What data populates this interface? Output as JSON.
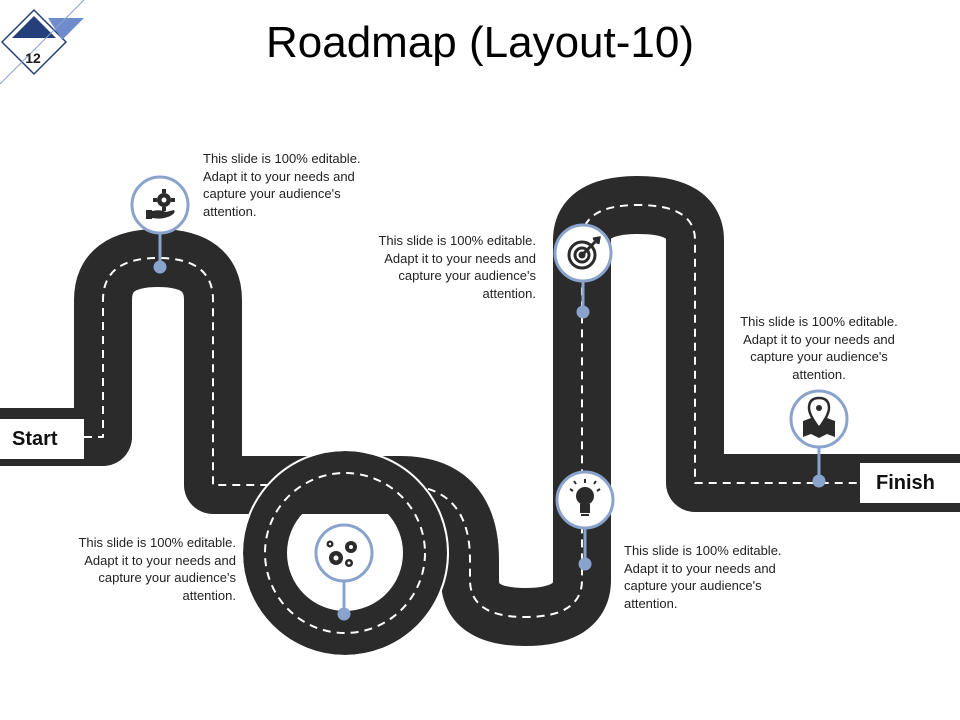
{
  "slide": {
    "title": "Roadmap (Layout-10)",
    "page_number": "12"
  },
  "road": {
    "start_label": "Start",
    "finish_label": "Finish"
  },
  "milestones": [
    {
      "icon": "hand-gear-icon",
      "text": "This slide is 100% editable.\nAdapt it to your needs and\ncapture your audience's\nattention."
    },
    {
      "icon": "gears-icon",
      "text": "This slide is 100% editable.\nAdapt it to your needs and\ncapture your audience's\nattention."
    },
    {
      "icon": "target-icon",
      "text": "This slide is 100% editable.\nAdapt it to your needs and\ncapture your audience's\nattention."
    },
    {
      "icon": "lightbulb-icon",
      "text": "This slide is 100% editable.\nAdapt it to your needs and\ncapture your audience's\nattention."
    },
    {
      "icon": "map-pin-icon",
      "text": "This slide is 100% editable.\nAdapt it to your needs and\ncapture your audience's\nattention."
    }
  ],
  "colors": {
    "road": "#2b2b2b",
    "accent": "#8aa3cc",
    "badge": "#243f7a"
  }
}
